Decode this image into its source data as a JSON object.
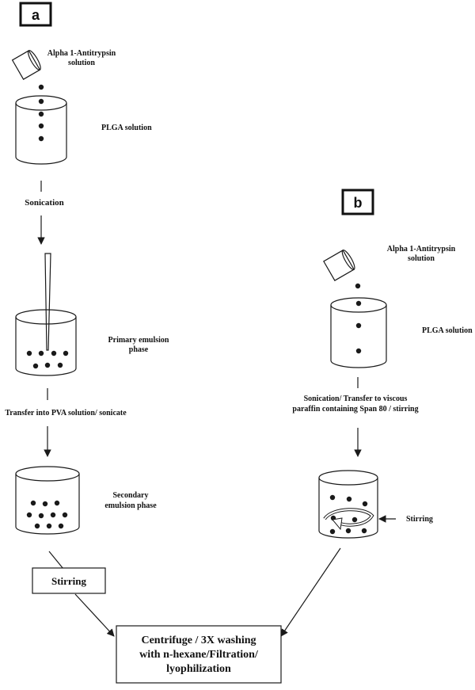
{
  "panel_a": {
    "letter": "a",
    "alpha_solution": [
      "Alpha 1-Antitrypsin",
      "solution"
    ],
    "plga": "PLGA solution",
    "sonication": "Sonication",
    "primary": [
      "Primary emulsion",
      "phase"
    ],
    "transfer": "Transfer into PVA solution/ sonicate",
    "secondary": [
      "Secondary",
      "emulsion phase"
    ],
    "stirring_box": "Stirring"
  },
  "panel_b": {
    "letter": "b",
    "alpha_solution": [
      "Alpha 1-Antitrypsin",
      "solution"
    ],
    "plga": "PLGA solution",
    "sonication": [
      "Sonication/ Transfer to viscous",
      "paraffin containing Span 80 / stirring"
    ],
    "stirring": "Stirring"
  },
  "final_box": [
    "Centrifuge / 3X washing",
    "with n-hexane/Filtration/",
    "lyophilization"
  ]
}
